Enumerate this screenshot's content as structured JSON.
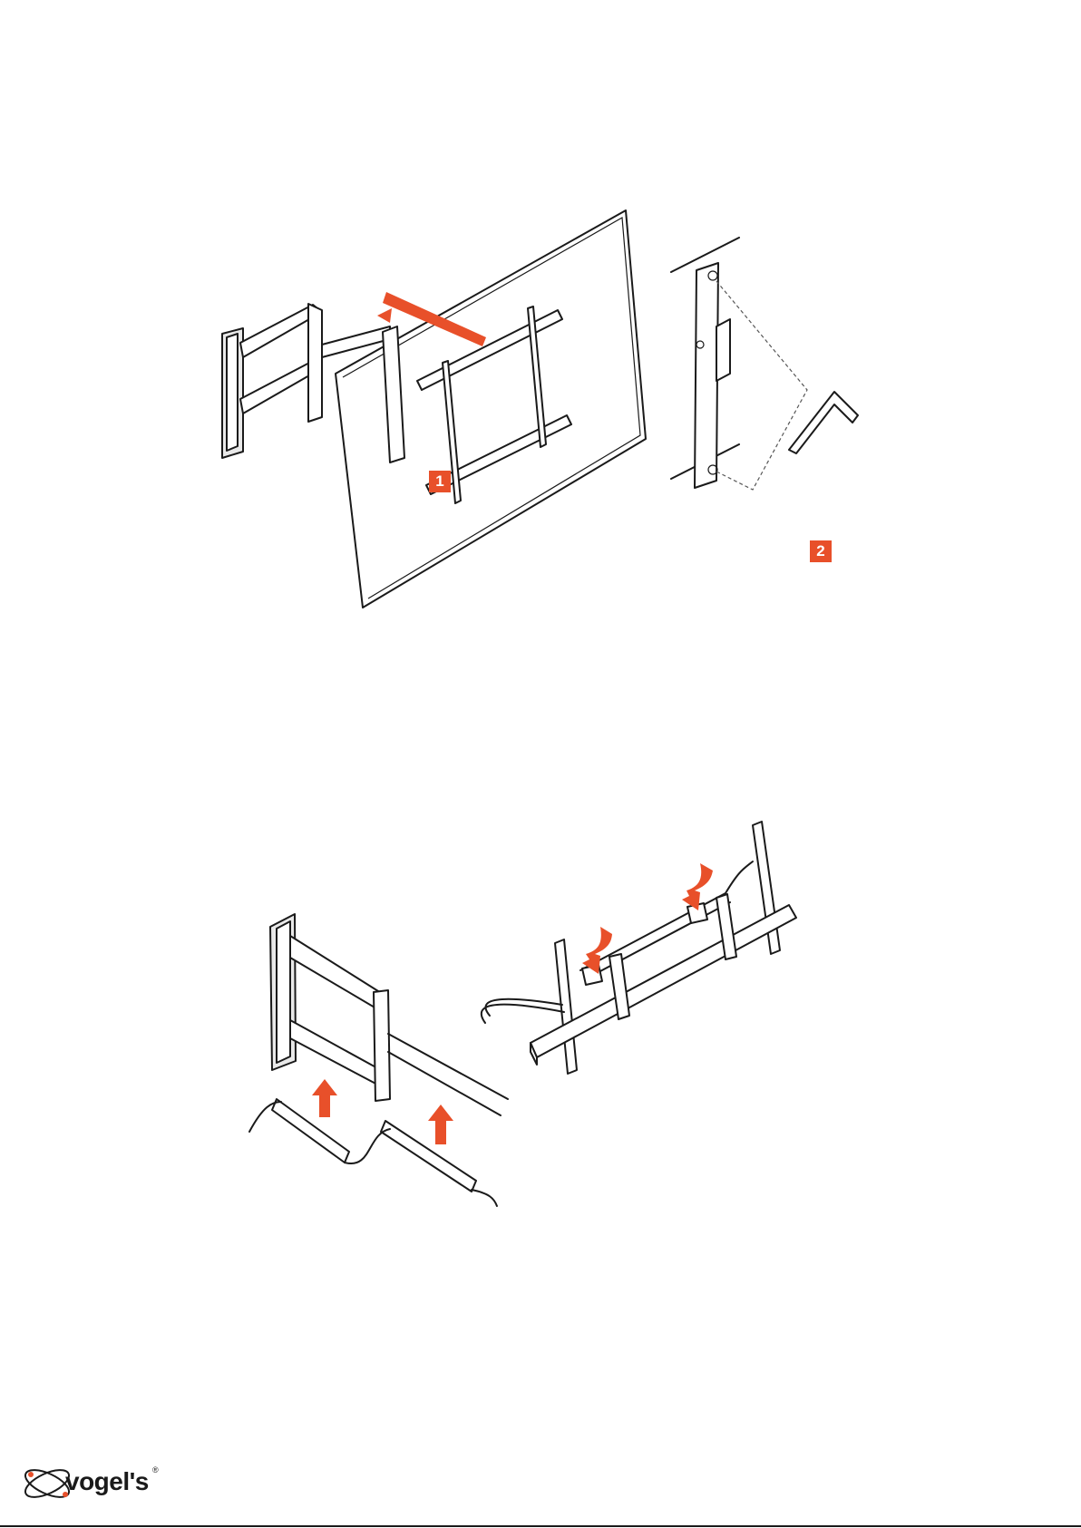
{
  "figures": [
    {
      "id": "fig1",
      "step_labels": [
        "1",
        "2"
      ]
    },
    {
      "id": "fig2"
    }
  ],
  "brand": {
    "name": "vogel's",
    "reg_mark": "®",
    "accent": "#e8502a"
  },
  "icons": [
    "tv-wall-mount",
    "allen-key",
    "cable-cover",
    "cable-ties",
    "up-arrow",
    "down-arrow"
  ]
}
